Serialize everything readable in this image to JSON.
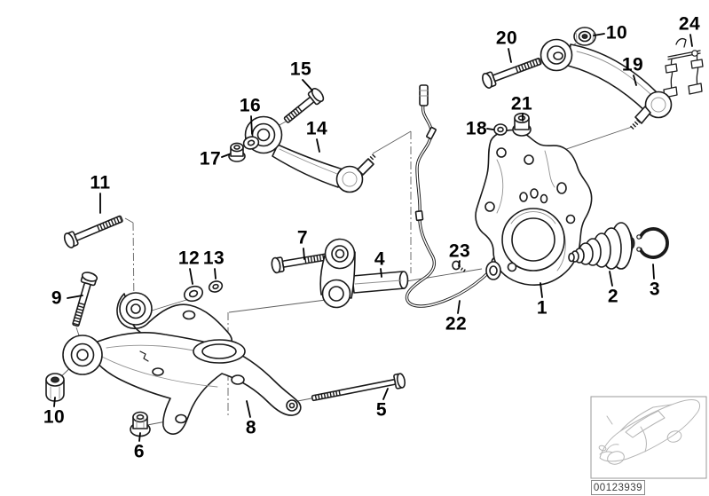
{
  "diagram": {
    "kind": "exploded-parts-diagram"
  },
  "callouts": {
    "p1": "1",
    "p2": "2",
    "p3": "3",
    "p4": "4",
    "p5": "5",
    "p6": "6",
    "p7": "7",
    "p8": "8",
    "p9": "9",
    "p10": "10",
    "p11": "11",
    "p12": "12",
    "p13": "13",
    "p14": "14",
    "p15": "15",
    "p16": "16",
    "p17": "17",
    "p18": "18",
    "p19": "19",
    "p20": "20",
    "p21": "21",
    "p22": "22",
    "p23": "23",
    "p24": "24"
  },
  "footer": {
    "image_number": "00123939"
  },
  "colors": {
    "line": "#1a1a1a",
    "label": "#000000",
    "inset_line": "#b5b5b5",
    "box_border": "#8a8a8a",
    "background": "#ffffff"
  }
}
